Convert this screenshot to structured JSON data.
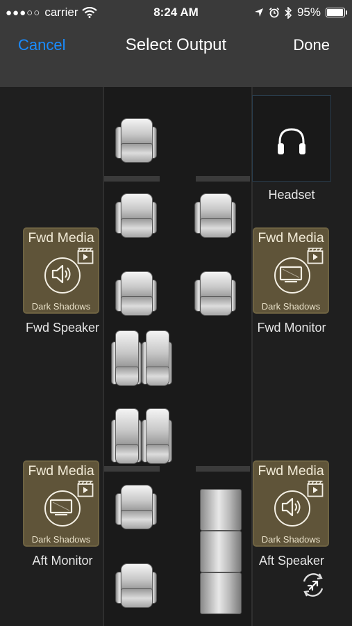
{
  "status_bar": {
    "signal": "●●●○○",
    "carrier": "carrier",
    "time": "8:24 AM",
    "battery": "95%",
    "battery_level": 0.95
  },
  "nav": {
    "cancel_label": "Cancel",
    "title": "Select Output",
    "done_label": "Done"
  },
  "outputs": {
    "headset": {
      "label": "Headset",
      "icon": "headphones-icon"
    },
    "fwd_speaker": {
      "source": "Fwd Media",
      "media": "Dark Shadows",
      "label": "Fwd Speaker",
      "icon": "speaker-icon"
    },
    "fwd_monitor": {
      "source": "Fwd Media",
      "media": "Dark Shadows",
      "label": "Fwd Monitor",
      "icon": "monitor-icon"
    },
    "aft_monitor": {
      "source": "Fwd Media",
      "media": "Dark Shadows",
      "label": "Aft Monitor",
      "icon": "monitor-icon"
    },
    "aft_speaker": {
      "source": "Fwd Media",
      "media": "Dark Shadows",
      "label": "Aft Speaker",
      "icon": "speaker-icon"
    }
  },
  "icons": {
    "sync": "sync-airplane-icon",
    "media_badge": "media-clapperboard-icon"
  },
  "colors": {
    "accent": "#1a8cff",
    "card_bg": "#5f5439",
    "card_border": "#6e6342",
    "nav_bg": "#3a3a3a",
    "page_bg": "#1f1f1f"
  }
}
